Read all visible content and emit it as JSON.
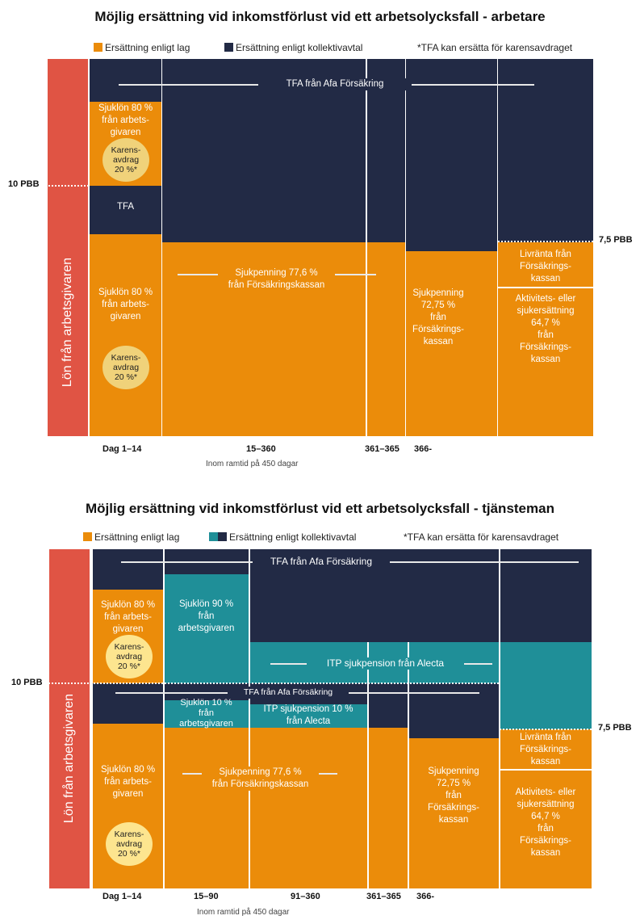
{
  "colors": {
    "lag": "#eb8c0a",
    "kollektiv": "#222a45",
    "itp": "#1f8f98",
    "lon": "#e05444"
  },
  "chart1": {
    "title": "Möjlig ersättning vid inkomstförlust vid ett arbetsolycksfall - arbetare",
    "legend": {
      "lag": "Ersättning enligt lag",
      "kollektiv": "Ersättning enligt kollektivavtal",
      "note": "*TFA kan ersätta för karensavdraget"
    },
    "lon": "Lön från arbetsgivaren",
    "pbb10": "10 PBB",
    "pbb75": "7,5 PBB",
    "tfa_top": "TFA från Afa Försäkring",
    "sjuklon_top": "Sjuklön 80 %\nfrån arbets-\ngivaren",
    "karens_top": "Karens-\navdrag\n20 %*",
    "tfa_small": "TFA",
    "sjuklon_bottom": "Sjuklön 80 %\nfrån arbets-\ngivaren",
    "karens_bottom": "Karens-\navdrag\n20 %*",
    "sjukpenning": "Sjukpenning 77,6 %\nfrån Försäkringskassan",
    "sjukpenning2": "Sjukpenning\n72,75 %\nfrån\nFörsäkrings-\nkassan",
    "livranta": "Livränta från\nFörsäkrings-\nkassan",
    "aktivitet": "Aktivitets- eller\nsjukersättning\n64,7 %\nfrån\nFörsäkrings-\nkassan",
    "axis": [
      "Dag 1–14",
      "15–360",
      "361–365",
      "366-"
    ],
    "ramtid": "Inom ramtid på 450 dagar"
  },
  "chart2": {
    "title": "Möjlig ersättning vid inkomstförlust vid ett arbetsolycksfall - tjänsteman",
    "legend": {
      "lag": "Ersättning enligt lag",
      "kollektiv": "Ersättning enligt kollektivavtal",
      "note": "*TFA kan ersätta för karensavdraget"
    },
    "lon": "Lön från arbetsgivaren",
    "pbb10": "10 PBB",
    "pbb75": "7,5 PBB",
    "tfa_top": "TFA från Afa Försäkring",
    "sjuklon_top": "Sjuklön 80 %\nfrån arbets-\ngivaren",
    "karens_top": "Karens-\navdrag\n20 %*",
    "sjuklon90": "Sjuklön 90 %\nfrån\narbetsgivaren",
    "itp": "ITP sjukpension från Alecta",
    "tfa_mid": "TFA från Afa Försäkring",
    "sjuklon10": "Sjuklön 10 %\nfrån\narbetsgivaren",
    "itp10": "ITP sjukpension 10 %\nfrån Alecta",
    "sjuklon_bottom": "Sjuklön 80 %\nfrån arbets-\ngivaren",
    "karens_bottom": "Karens-\navdrag\n20 %*",
    "sjukpenning": "Sjukpenning 77,6 %\nfrån Försäkringskassan",
    "sjukpenning2": "Sjukpenning\n72,75 %\nfrån\nFörsäkrings-\nkassan",
    "livranta": "Livränta från\nFörsäkrings-\nkassan",
    "aktivitet": "Aktivitets- eller\nsjukersättning\n64,7 %\nfrån\nFörsäkrings-\nkassan",
    "axis": [
      "Dag 1–14",
      "15–90",
      "91–360",
      "361–365",
      "366-"
    ],
    "ramtid": "Inom ramtid på 450 dagar"
  }
}
